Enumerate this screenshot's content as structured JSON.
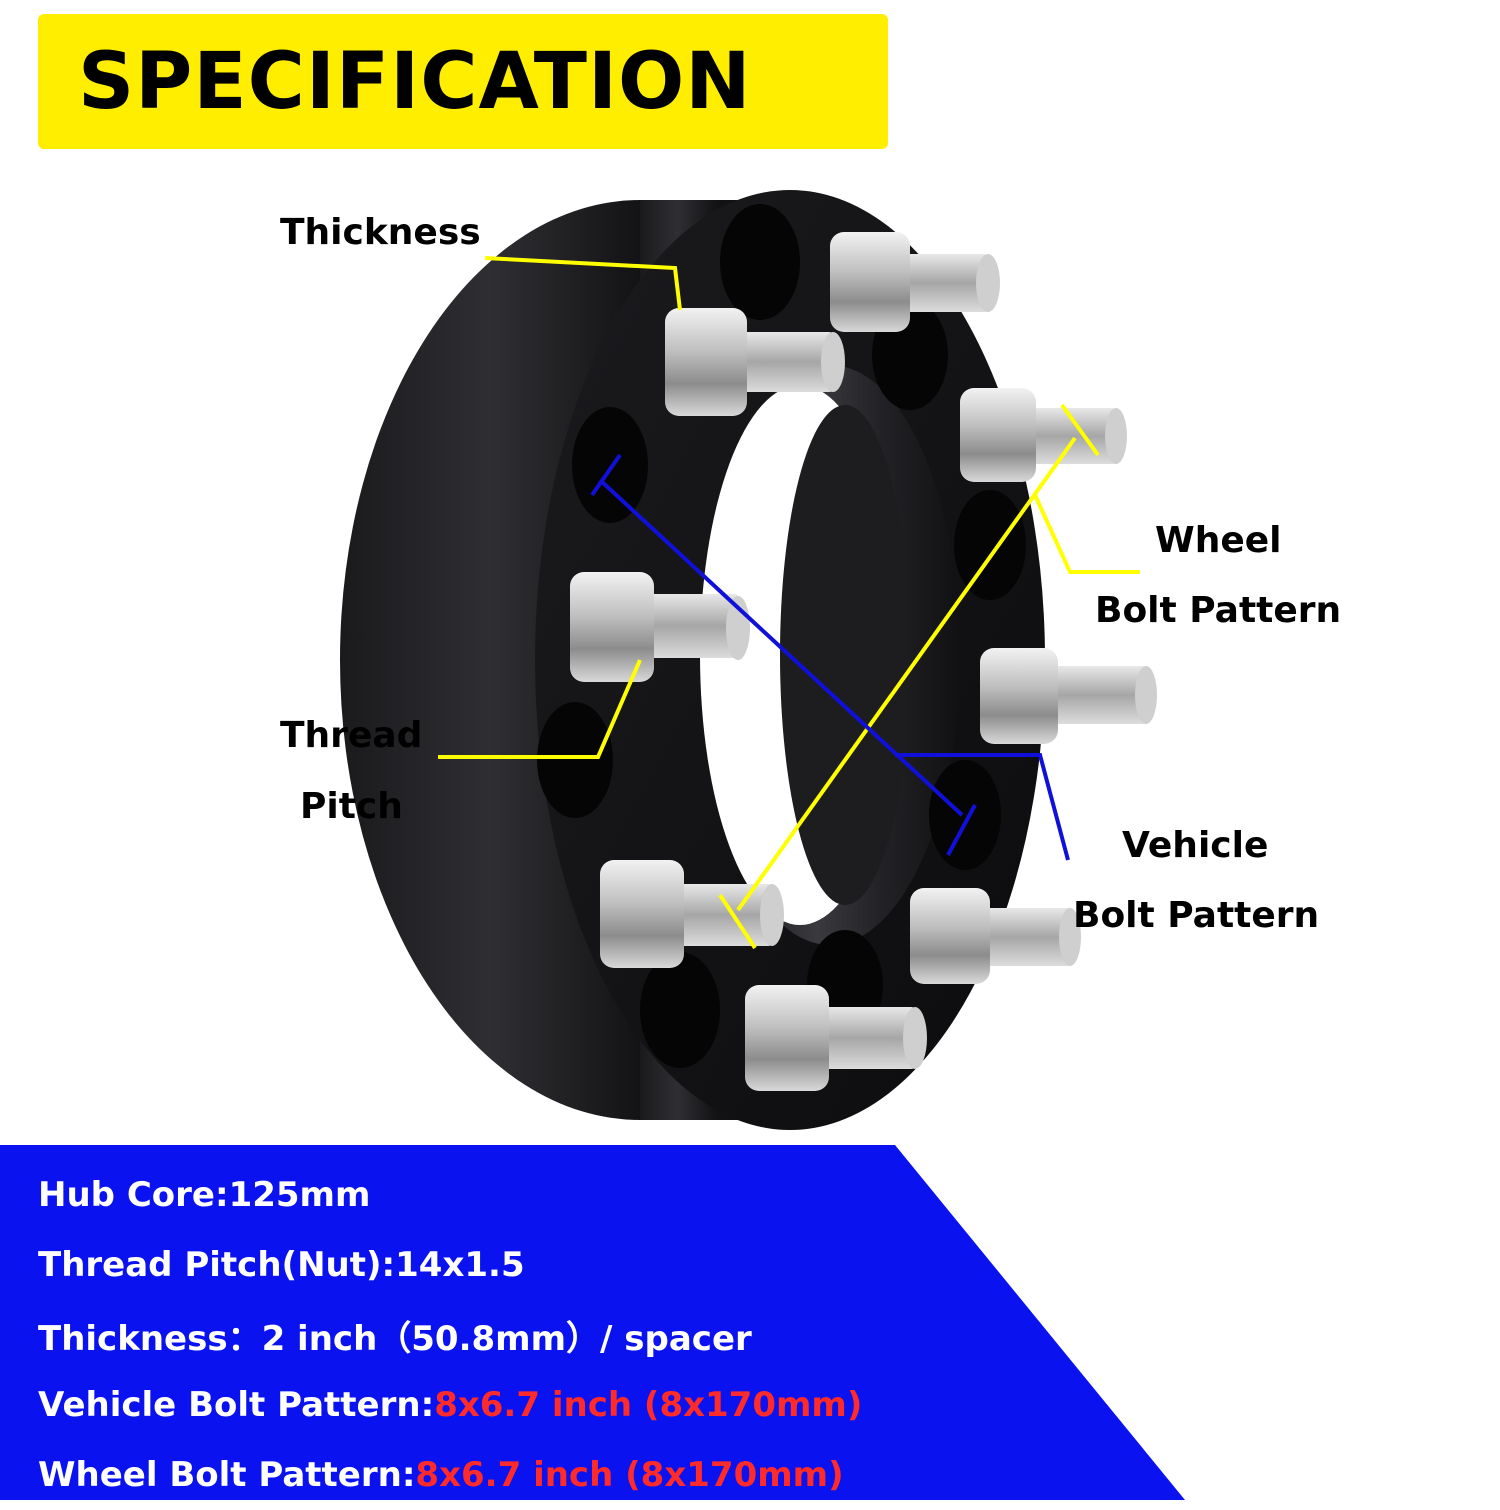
{
  "header": {
    "title": "SPECIFICATION"
  },
  "colors": {
    "banner": "#ffee00",
    "panel": "#0a12f0",
    "highlight": "#ff2a2a",
    "callout_yellow": "#ffff00",
    "callout_blue": "#1010d8",
    "spacer_body": "#0e0e10"
  },
  "callouts": {
    "thickness": "Thickness",
    "wheel_line1": "Wheel",
    "wheel_line2": "Bolt Pattern",
    "thread_line1": "Thread",
    "thread_line2": "Pitch",
    "vehicle_line1": "Vehicle",
    "vehicle_line2": "Bolt Pattern"
  },
  "specs": [
    {
      "label": "Hub Core:",
      "value": "125mm",
      "highlight": ""
    },
    {
      "label": "Thread Pitch(Nut):",
      "value": "14x1.5",
      "highlight": ""
    },
    {
      "label": "Thickness：",
      "value": " 2 inch（50.8mm）/ spacer",
      "highlight": ""
    },
    {
      "label": "Vehicle Bolt Pattern: ",
      "value": "",
      "highlight": "8x6.7 inch (8x170mm)"
    },
    {
      "label": "Wheel Bolt Pattern: ",
      "value": "",
      "highlight": "8x6.7 inch (8x170mm)"
    }
  ]
}
